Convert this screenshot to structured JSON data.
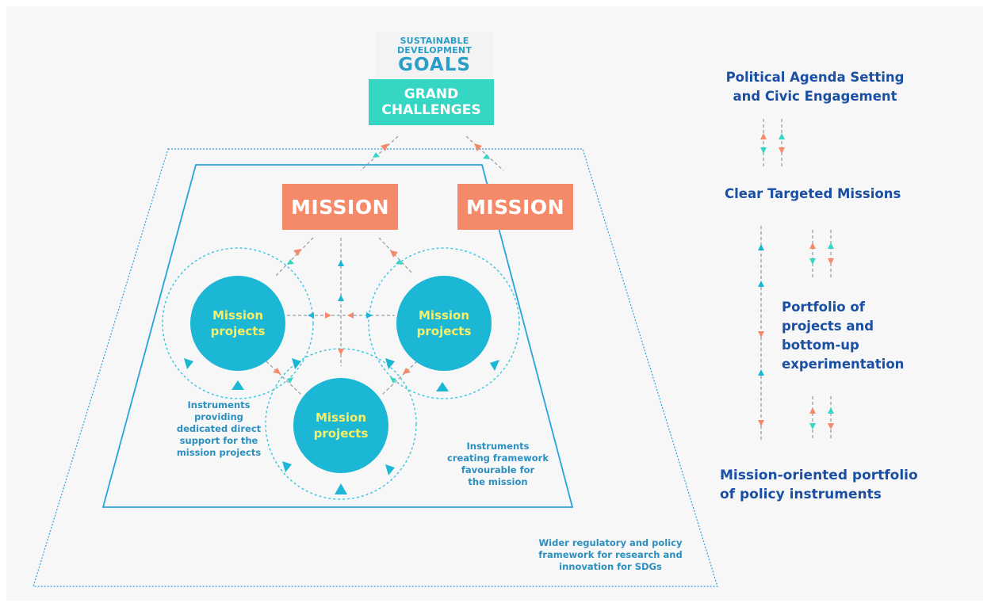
{
  "sdg_logo": {
    "line1": "SUSTAINABLE",
    "line2": "DEVELOPMENT",
    "line3": "GOALS"
  },
  "grand_challenges": {
    "line1": "GRAND",
    "line2": "CHALLENGES"
  },
  "missions": [
    {
      "label": "MISSION"
    },
    {
      "label": "MISSION"
    }
  ],
  "projects": [
    {
      "line1": "Mission",
      "line2": "projects"
    },
    {
      "line1": "Mission",
      "line2": "projects"
    },
    {
      "line1": "Mission",
      "line2": "projects"
    }
  ],
  "notes": {
    "direct_support": [
      "Instruments",
      "providing",
      "dedicated direct",
      "support for the",
      "mission projects"
    ],
    "framework": [
      "Instruments",
      "creating framework",
      "favourable for",
      "the mission"
    ],
    "wider": [
      "Wider regulatory and policy",
      "framework for research and",
      "innovation for SDGs"
    ]
  },
  "side_labels": {
    "political": [
      "Political Agenda Setting",
      "and Civic Engagement"
    ],
    "missions": [
      "Clear Targeted Missions"
    ],
    "portfolio": [
      "Portfolio of",
      "projects and",
      "bottom-up",
      "experimentation"
    ],
    "instruments": [
      "Mission-oriented portfolio",
      "of policy instruments"
    ]
  },
  "colors": {
    "teal": "#36d6c5",
    "mission": "#f58a6b",
    "project": "#1bb7d4",
    "project_text": "#f5ef6a",
    "outline": "#2aa3dc",
    "side_text": "#1a4fa2",
    "note_text": "#2b8fbf"
  }
}
